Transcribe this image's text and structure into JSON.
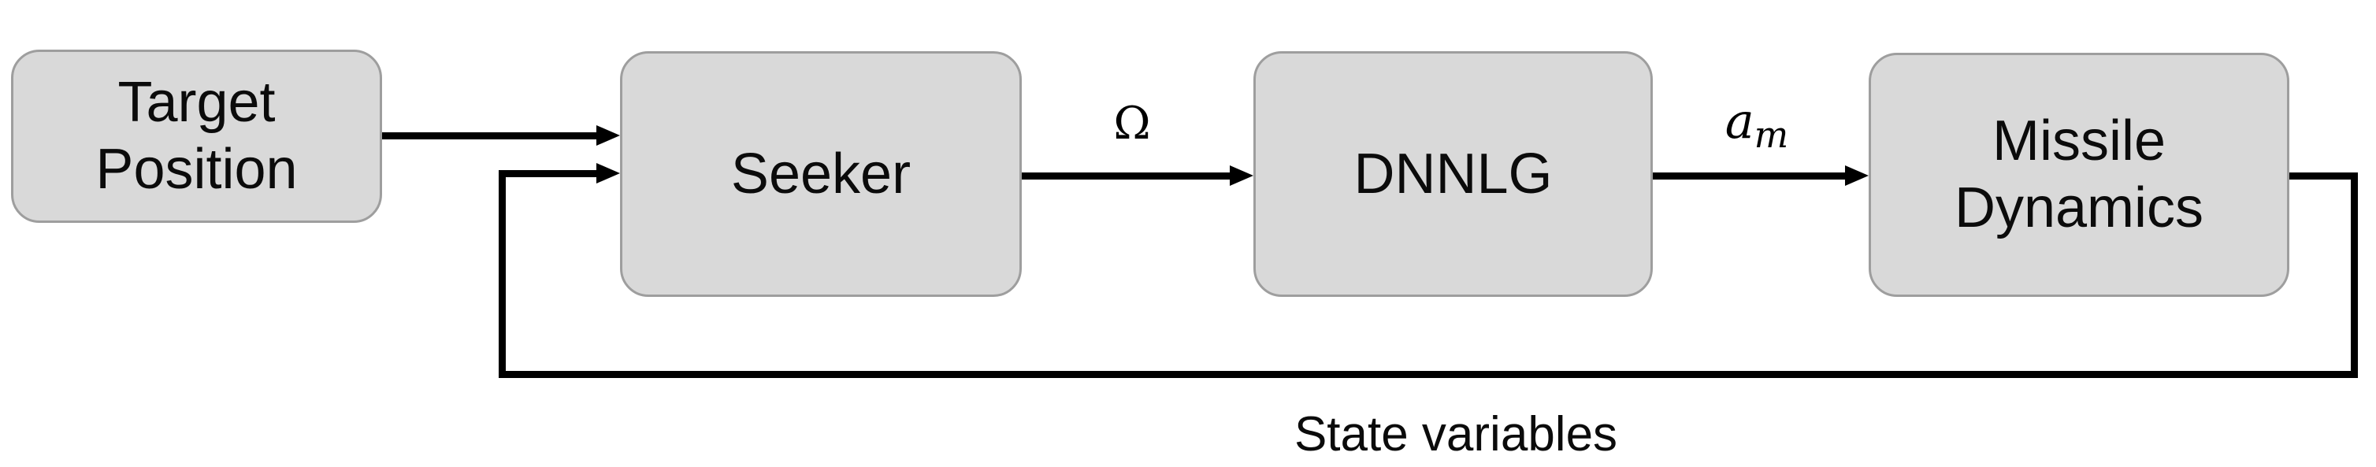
{
  "diagram": {
    "type": "block-diagram",
    "description": "Guidance loop block diagram",
    "colors": {
      "background": "#ffffff",
      "box_fill": "#d9d9d9",
      "box_border": "#9e9e9e",
      "line": "#000000",
      "text": "#000000"
    },
    "nodes": {
      "target_position": "Target\nPosition",
      "seeker": "Seeker",
      "dnnlg": "DNNLG",
      "missile_dynamics": "Missile\nDynamics"
    },
    "edge_labels": {
      "omega": "Ω",
      "am_base": "a",
      "am_sub": "m",
      "state_variables": "State variables"
    },
    "edges": [
      {
        "from": "Target Position",
        "to": "Seeker",
        "label": ""
      },
      {
        "from": "Seeker",
        "to": "DNNLG",
        "label": "Ω"
      },
      {
        "from": "DNNLG",
        "to": "Missile Dynamics",
        "label": "a_m"
      },
      {
        "from": "Missile Dynamics",
        "to": "Seeker",
        "label": "State variables",
        "type": "feedback"
      }
    ]
  }
}
